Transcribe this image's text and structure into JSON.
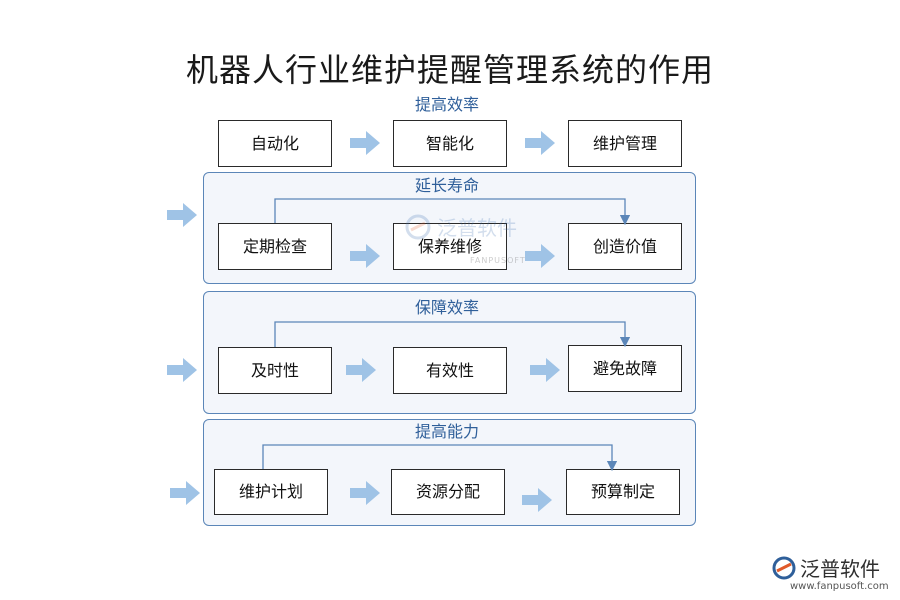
{
  "title": "机器人行业维护提醒管理系统的作用",
  "sections": [
    {
      "label": "提高效率",
      "nodes": [
        "自动化",
        "智能化",
        "维护管理"
      ]
    },
    {
      "label": "延长寿命",
      "nodes": [
        "定期检查",
        "保养维修",
        "创造价值"
      ]
    },
    {
      "label": "保障效率",
      "nodes": [
        "及时性",
        "有效性",
        "避免故障"
      ]
    },
    {
      "label": "提高能力",
      "nodes": [
        "维护计划",
        "资源分配",
        "预算制定"
      ]
    }
  ],
  "watermark": {
    "text": "泛普软件",
    "sub": "FANPUSOFT"
  },
  "logo": {
    "text": "泛普软件",
    "url": "www.fanpusoft.com"
  },
  "colors": {
    "accent": "#2f5f9a",
    "border": "#5b86b8",
    "arrow": "#9fc3e6",
    "panel": "#f3f6fb"
  }
}
